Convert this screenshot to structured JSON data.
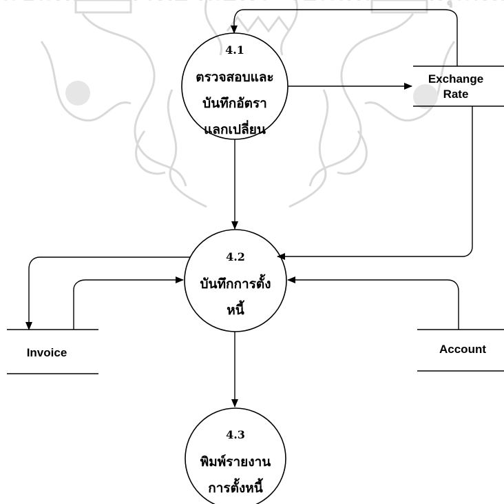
{
  "processes": [
    {
      "id": "4.1",
      "lines": [
        "ตรวจสอบและ",
        "บันทึกอัตรา",
        "แลกเปลี่ยน"
      ]
    },
    {
      "id": "4.2",
      "lines": [
        "บันทึกการตั้ง",
        "หนี้"
      ]
    },
    {
      "id": "4.3",
      "lines": [
        "พิมพ์รายงาน",
        "การตั้งหนี้"
      ]
    }
  ],
  "data_stores": {
    "exchange_rate": [
      "Exchange",
      "Rate"
    ],
    "invoice": "Invoice",
    "account": "Account"
  },
  "watermark": {
    "text": "ลิขสิทธิ์มหาวิทยาลัยพระจอมเกล้าเจ้าคุณทหาร",
    "color": "#d9d9d9"
  }
}
